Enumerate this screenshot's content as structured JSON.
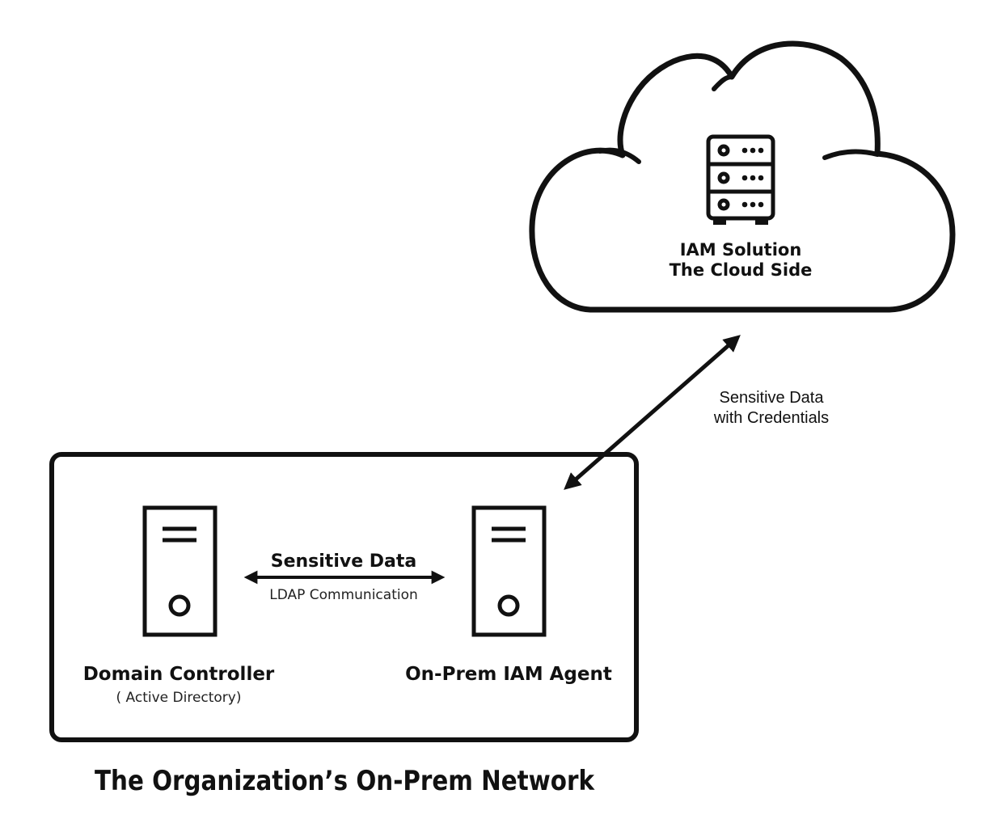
{
  "cloud": {
    "title_line1": "IAM Solution",
    "title_line2": "The Cloud Side",
    "icon": "server-rack-icon"
  },
  "cloud_link": {
    "label_line1": "Sensitive Data",
    "label_line2": "with Credentials"
  },
  "network": {
    "title": "The Organization’s On-Prem Network"
  },
  "domain_controller": {
    "name": "Domain Controller",
    "subtitle": "( Active Directory)",
    "icon": "server-tower-icon"
  },
  "iam_agent": {
    "name": "On-Prem IAM Agent",
    "icon": "server-tower-icon"
  },
  "ldap_link": {
    "label": "Sensitive Data",
    "sublabel": "LDAP Communication"
  },
  "colors": {
    "stroke": "#111111",
    "background": "#ffffff"
  }
}
